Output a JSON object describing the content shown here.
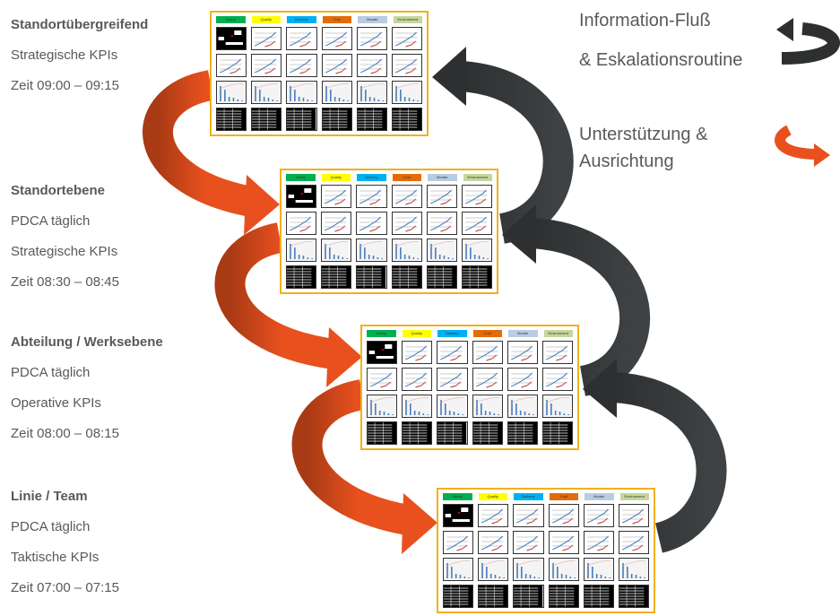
{
  "levels": [
    {
      "title": "Standortübergreifend",
      "lines": [
        "Strategische  KPIs",
        "Zeit 09:00 – 09:15"
      ]
    },
    {
      "title": "Standortebene",
      "lines": [
        "PDCA täglich",
        "Strategische  KPIs",
        "Zeit 08:30 – 08:45"
      ]
    },
    {
      "title": "Abteilung / Werksebene",
      "lines": [
        "PDCA täglich",
        "Operative KPIs",
        "Zeit 08:00 – 08:15"
      ]
    },
    {
      "title": "Linie / Team",
      "lines": [
        "PDCA täglich",
        "Taktische KPIs",
        "Zeit 07:00 – 07:15"
      ]
    }
  ],
  "legend": {
    "info_line1": "Information-Fluß",
    "info_line2": "& Eskalationsroutine",
    "support_line1": "Unterstützung &",
    "support_line2": "Ausrichtung"
  },
  "board_headers": [
    {
      "label": "Safety",
      "color": "#00b050"
    },
    {
      "label": "Quality",
      "color": "#ffff00"
    },
    {
      "label": "Delivery",
      "color": "#00b0f0"
    },
    {
      "label": "Cost",
      "color": "#e36c0a"
    },
    {
      "label": "Morale",
      "color": "#b8cce4"
    },
    {
      "label": "Environment",
      "color": "#c4d79b"
    }
  ],
  "colors": {
    "support_arrow": "#e8501e",
    "info_arrow": "#2d2f30",
    "board_border": "#f2b01e",
    "text": "#595959"
  }
}
